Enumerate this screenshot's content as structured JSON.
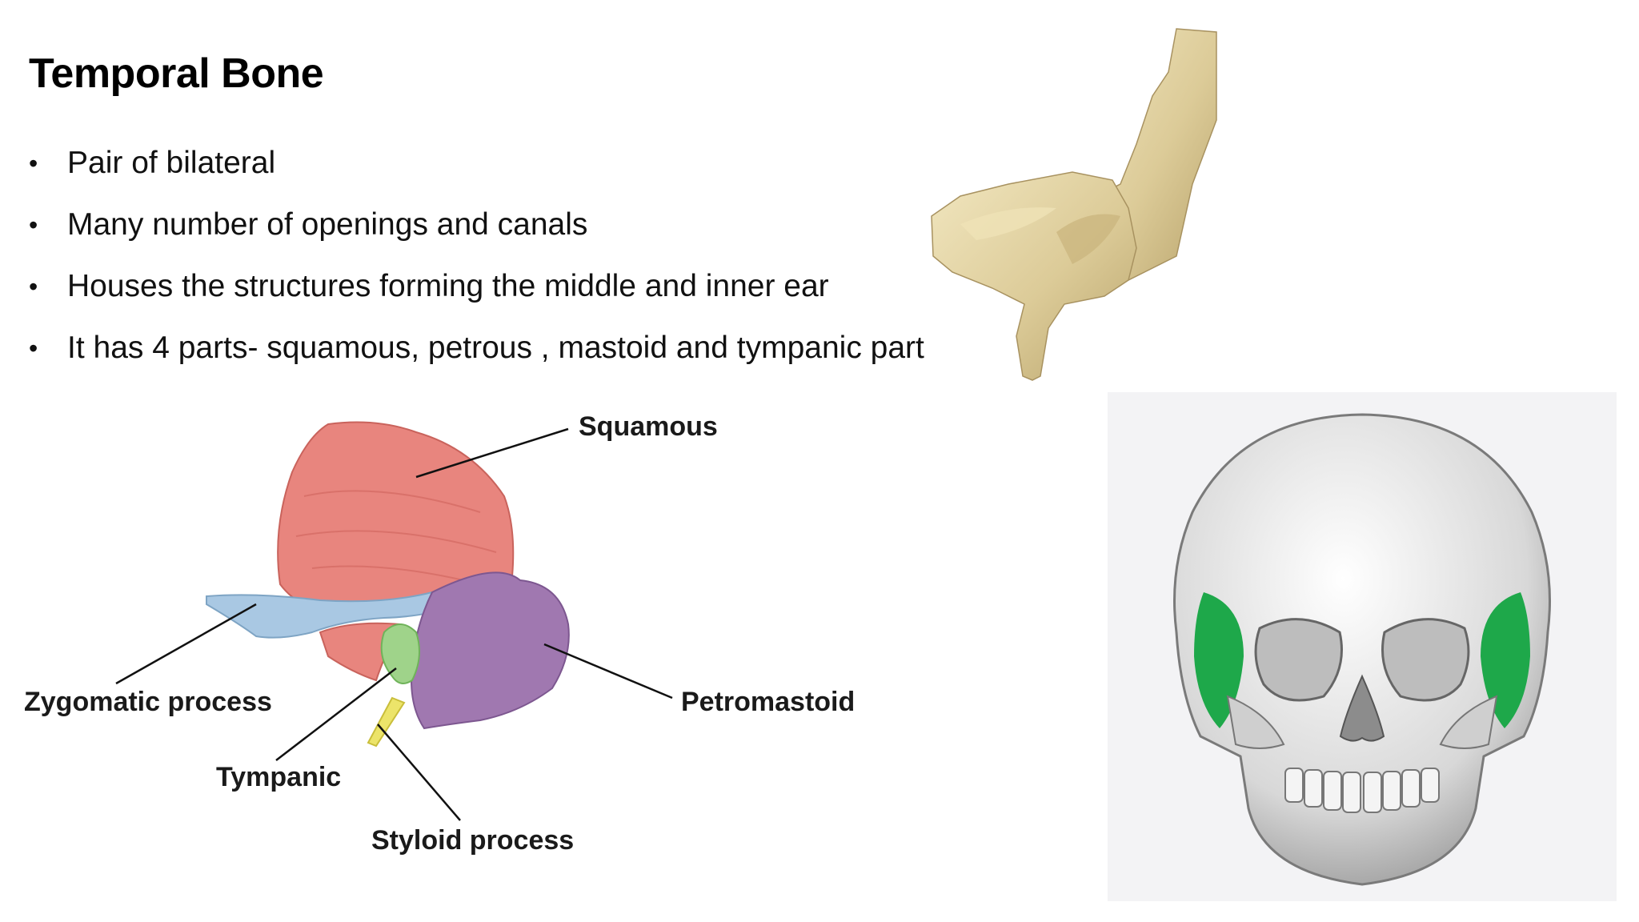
{
  "slide": {
    "title": "Temporal Bone",
    "bullets": [
      "Pair of bilateral",
      "Many number of openings and canals",
      "Houses the structures forming the middle and inner ear",
      "It has 4 parts- squamous, petrous , mastoid and tympanic part"
    ],
    "bullet_glyph": "•"
  },
  "diagram": {
    "labels": {
      "squamous": "Squamous",
      "zygomatic": "Zygomatic process",
      "petromastoid": "Petromastoid",
      "tympanic": "Tympanic",
      "styloid": "Styloid process"
    },
    "colors": {
      "squamous": "#e8857e",
      "zygomatic": "#a9c8e3",
      "petromastoid": "#a078b0",
      "tympanic": "#9fd38a",
      "styloid": "#ece46a"
    }
  },
  "skull": {
    "highlight_color": "#1ea84a"
  },
  "bone3d": {
    "color": "#e2d3a3"
  }
}
